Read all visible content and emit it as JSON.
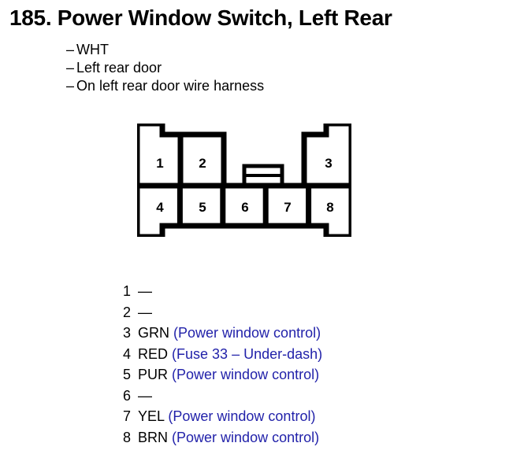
{
  "header": {
    "title": "185. Power Window Switch, Left Rear",
    "details": [
      {
        "dash": "–",
        "text": "WHT"
      },
      {
        "dash": "–",
        "text": "Left rear door"
      },
      {
        "dash": "–",
        "text": "On left rear door wire harness"
      }
    ]
  },
  "connector": {
    "top_row_pins": [
      "1",
      "2",
      "3"
    ],
    "bottom_row_pins": [
      "4",
      "5",
      "6",
      "7",
      "8"
    ],
    "latch_label": "latch-tab"
  },
  "pin_legend": [
    {
      "number": "1",
      "color": "",
      "empty": "—",
      "description": ""
    },
    {
      "number": "2",
      "color": "",
      "empty": "—",
      "description": ""
    },
    {
      "number": "3",
      "color": "GRN",
      "empty": "",
      "description": "(Power window control)"
    },
    {
      "number": "4",
      "color": "RED",
      "empty": "",
      "description": "(Fuse 33 – Under-dash)"
    },
    {
      "number": "5",
      "color": "PUR",
      "empty": "",
      "description": "(Power window control)"
    },
    {
      "number": "6",
      "color": "",
      "empty": "—",
      "description": ""
    },
    {
      "number": "7",
      "color": "YEL",
      "empty": "",
      "description": "(Power window control)"
    },
    {
      "number": "8",
      "color": "BRN",
      "empty": "",
      "description": "(Power window control)"
    }
  ],
  "colors": {
    "ink": "#000000",
    "description_blue": "#2222aa",
    "background": "#ffffff"
  }
}
